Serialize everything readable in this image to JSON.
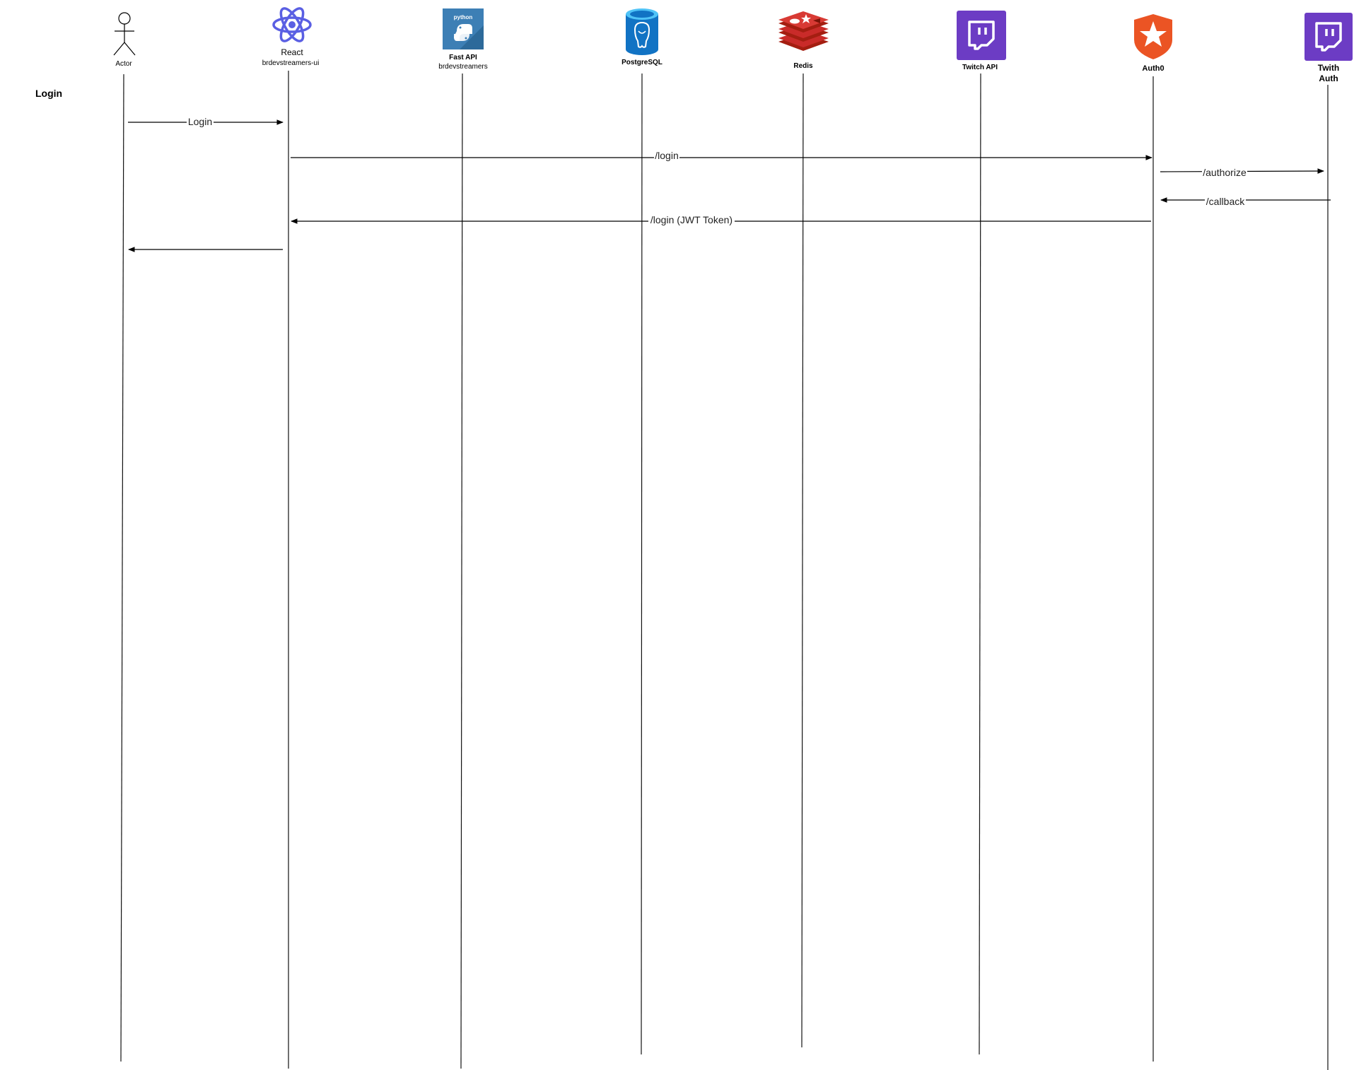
{
  "diagram": {
    "section_title": "Login",
    "participants": [
      {
        "id": "actor",
        "name": "Actor",
        "subtitle": "",
        "icon": "stick-figure-icon"
      },
      {
        "id": "react",
        "name": "React",
        "subtitle": "brdevstreamers-ui",
        "icon": "react-atom-icon",
        "color": "#5a5fe3"
      },
      {
        "id": "fastapi",
        "name": "Fast API",
        "subtitle": "brdevstreamers",
        "icon": "python-icon",
        "color": "#3d7fb5",
        "icon_text": "python"
      },
      {
        "id": "postgres",
        "name": "PostgreSQL",
        "subtitle": "",
        "icon": "database-cylinder-icon",
        "color": "#1173c4"
      },
      {
        "id": "redis",
        "name": "Redis",
        "subtitle": "",
        "icon": "redis-icon",
        "color": "#c92b29"
      },
      {
        "id": "twitchapi",
        "name": "Twitch API",
        "subtitle": "",
        "icon": "twitch-icon",
        "color": "#6c3cc4"
      },
      {
        "id": "auth0",
        "name": "Auth0",
        "subtitle": "",
        "icon": "auth0-star-icon",
        "color": "#eb5424"
      },
      {
        "id": "twitchauth",
        "name": "Twith",
        "name2": "Auth",
        "subtitle": "",
        "icon": "twitch-icon",
        "color": "#6c3cc4"
      }
    ],
    "messages": [
      {
        "id": "m1",
        "from": "actor",
        "to": "react",
        "label": "Login"
      },
      {
        "id": "m2",
        "from": "react",
        "to": "auth0",
        "label": "/login"
      },
      {
        "id": "m3",
        "from": "auth0",
        "to": "twitchauth",
        "label": "/authorize"
      },
      {
        "id": "m4",
        "from": "twitchauth",
        "to": "auth0",
        "label": "/callback"
      },
      {
        "id": "m5",
        "from": "auth0",
        "to": "react",
        "label": "/login (JWT Token)"
      },
      {
        "id": "m6",
        "from": "react",
        "to": "actor",
        "label": ""
      }
    ]
  }
}
